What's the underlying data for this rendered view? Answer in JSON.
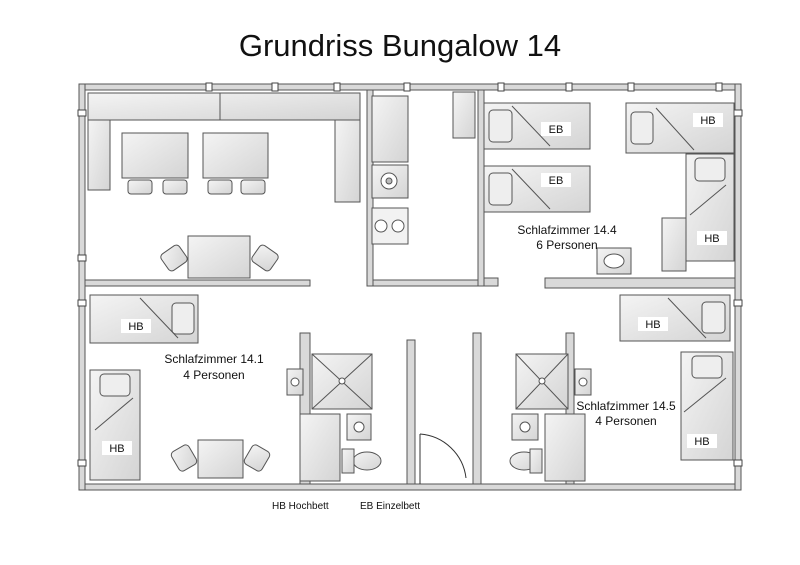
{
  "title": "Grundriss Bungalow 14",
  "rooms": {
    "r141": {
      "name": "Schlafzimmer 14.1",
      "persons": "4 Personen"
    },
    "r144": {
      "name": "Schlafzimmer 14.4",
      "persons": "6 Personen"
    },
    "r145": {
      "name": "Schlafzimmer 14.5",
      "persons": "4 Personen"
    }
  },
  "beds": {
    "hb": "HB",
    "eb": "EB"
  },
  "legend": {
    "hb": "HB Hochbett",
    "eb": "EB Einzelbett"
  },
  "colors": {
    "wall": "#d9d9d9",
    "outline": "#555555",
    "furniture": "#e6e6e6",
    "text": "#111111"
  }
}
